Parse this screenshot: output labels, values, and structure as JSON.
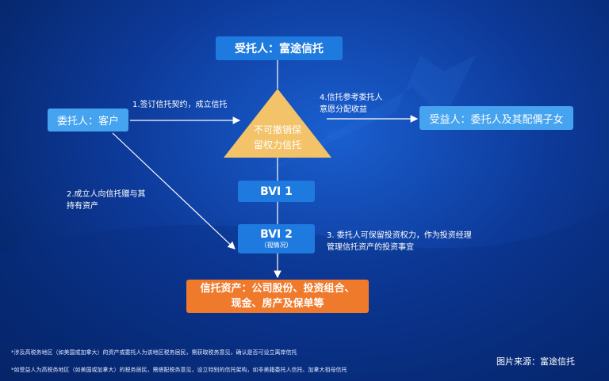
{
  "nodes": {
    "trustee": "受托人：富途信托",
    "settlor": "委托人：客户",
    "beneficiary": "受益人：委托人及其配偶子女",
    "trust_line1": "不可撤销保",
    "trust_line2": "留权力信托",
    "bvi1": "BVI 1",
    "bvi2": "BVI 2",
    "bvi2_sub": "（视情况）",
    "assets_line1": "信托资产：公司股份、投资组合、",
    "assets_line2": "现金、房产及保单等"
  },
  "annotations": {
    "step1": "1.签订信托契约，成立信托",
    "step2_line1": "2.成立人向信托赠与其",
    "step2_line2": "持有资产",
    "step3_line1": "3. 委托人可保留投资权力，作为投资经理",
    "step3_line2": "管理信托资产的投资事宜",
    "step4_line1": "4.信托参考委托人",
    "step4_line2": "意愿分配收益"
  },
  "footnotes": {
    "note1": "*涉及高税务地区（如美国或加拿大）的资产或委托人为该地区税务居民，需获取税务意见，确认是否可设立离岸信托",
    "note2": "*如受益人为高税务地区（如美国或加拿大）的税务居民，需搭配税务意见，设立特别的信托架构，如非美籍委托人信托、加拿大祖母信托"
  },
  "source": "图片来源：富途信托",
  "colors": {
    "box_blue": "#1f7ae0",
    "box_light_blue": "#45a3f0",
    "box_orange": "#f07a2c",
    "triangle": "#f3c36a",
    "background": "#0d3a9a"
  }
}
